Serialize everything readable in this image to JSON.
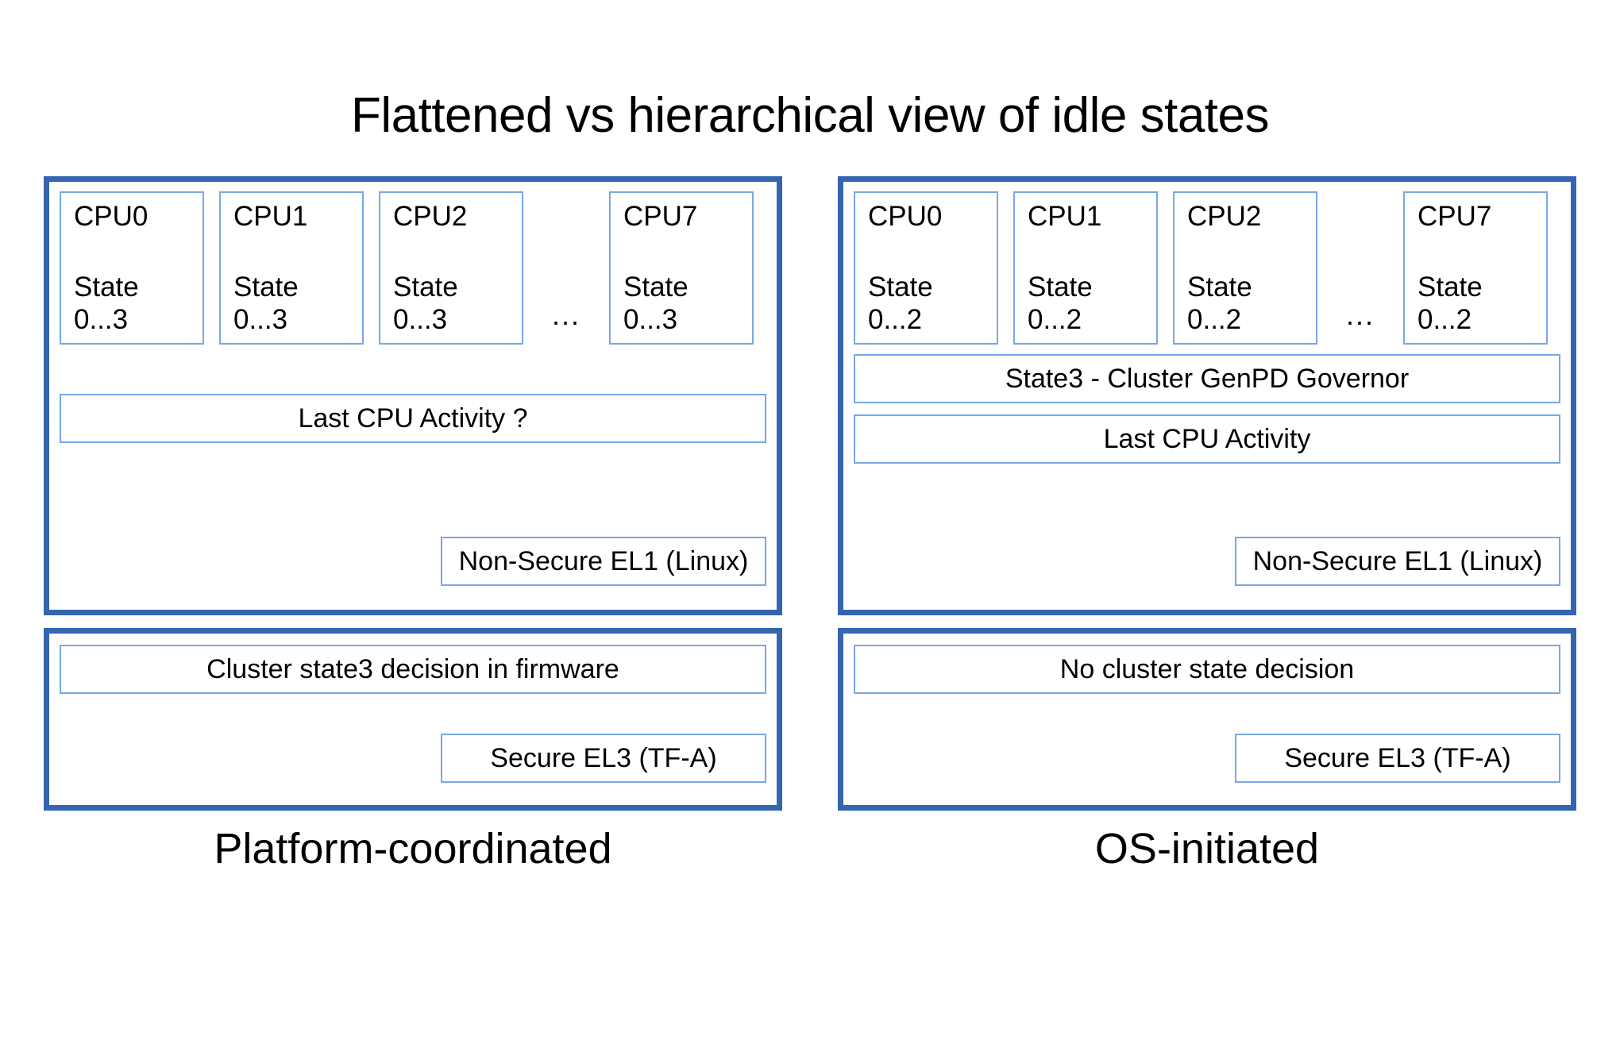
{
  "title": "Flattened vs hierarchical view of idle states",
  "colors": {
    "panel_border": "#3465b0",
    "box_border": "#7aa7e8",
    "text": "#000000",
    "background": "#ffffff"
  },
  "columns": [
    {
      "id": "platform-coordinated",
      "caption": "Platform-coordinated",
      "os_panel": {
        "cpus": [
          {
            "name": "CPU0",
            "state_label": "State",
            "state_range": "0...3"
          },
          {
            "name": "CPU1",
            "state_label": "State",
            "state_range": "0...3"
          },
          {
            "name": "CPU2",
            "state_label": "State",
            "state_range": "0...3"
          },
          {
            "name": "CPU7",
            "state_label": "State",
            "state_range": "0...3"
          }
        ],
        "ellipsis": "...",
        "bars": [
          {
            "label": "Last CPU Activity ?"
          }
        ],
        "level_label": "Non-Secure EL1 (Linux)"
      },
      "fw_panel": {
        "bars": [
          {
            "label": "Cluster state3 decision in firmware"
          }
        ],
        "level_label": "Secure EL3 (TF-A)"
      }
    },
    {
      "id": "os-initiated",
      "caption": "OS-initiated",
      "os_panel": {
        "cpus": [
          {
            "name": "CPU0",
            "state_label": "State",
            "state_range": "0...2"
          },
          {
            "name": "CPU1",
            "state_label": "State",
            "state_range": "0...2"
          },
          {
            "name": "CPU2",
            "state_label": "State",
            "state_range": "0...2"
          },
          {
            "name": "CPU7",
            "state_label": "State",
            "state_range": "0...2"
          }
        ],
        "ellipsis": "...",
        "bars": [
          {
            "label": "State3 - Cluster GenPD Governor"
          },
          {
            "label": "Last CPU Activity"
          }
        ],
        "level_label": "Non-Secure EL1 (Linux)"
      },
      "fw_panel": {
        "bars": [
          {
            "label": "No cluster state decision"
          }
        ],
        "level_label": "Secure EL3 (TF-A)"
      }
    }
  ]
}
